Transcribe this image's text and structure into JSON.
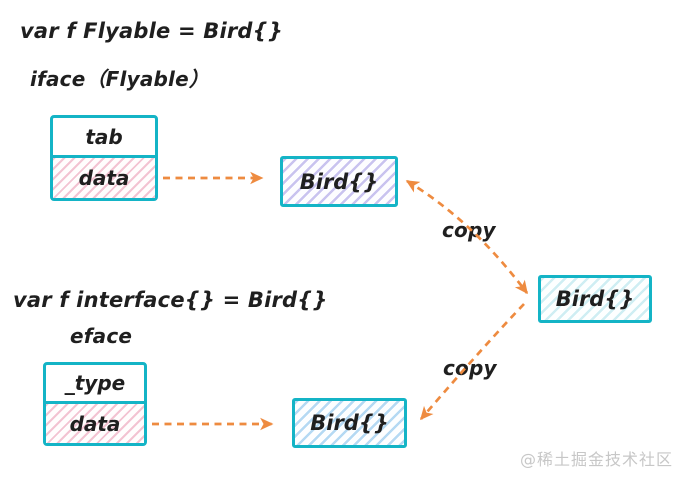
{
  "texts": {
    "iface_code": "var f Flyable = Bird{}",
    "iface_title": "iface（Flyable）",
    "eface_code": "var f interface{} = Bird{}",
    "eface_title": "eface",
    "copy_upper": "copy",
    "copy_lower": "copy",
    "watermark": "@稀土掘金技术社区"
  },
  "iface_struct": {
    "rows": [
      {
        "label": "tab"
      },
      {
        "label": "data"
      }
    ]
  },
  "eface_struct": {
    "rows": [
      {
        "label": "_type"
      },
      {
        "label": "data"
      }
    ]
  },
  "bird": {
    "iface_heap": "Bird{}",
    "eface_heap": "Bird{}",
    "source": "Bird{}"
  },
  "colors": {
    "border_teal": "#14b4c6",
    "arrow_orange": "#ee8b40",
    "hatch_pink": "#f3c3d2",
    "hatch_purple": "#c9c3ef",
    "hatch_cyan": "#cfeef3",
    "hatch_blue": "#b5d9f3",
    "text": "#1f1f1f",
    "watermark_gray": "#c7c7c7"
  }
}
